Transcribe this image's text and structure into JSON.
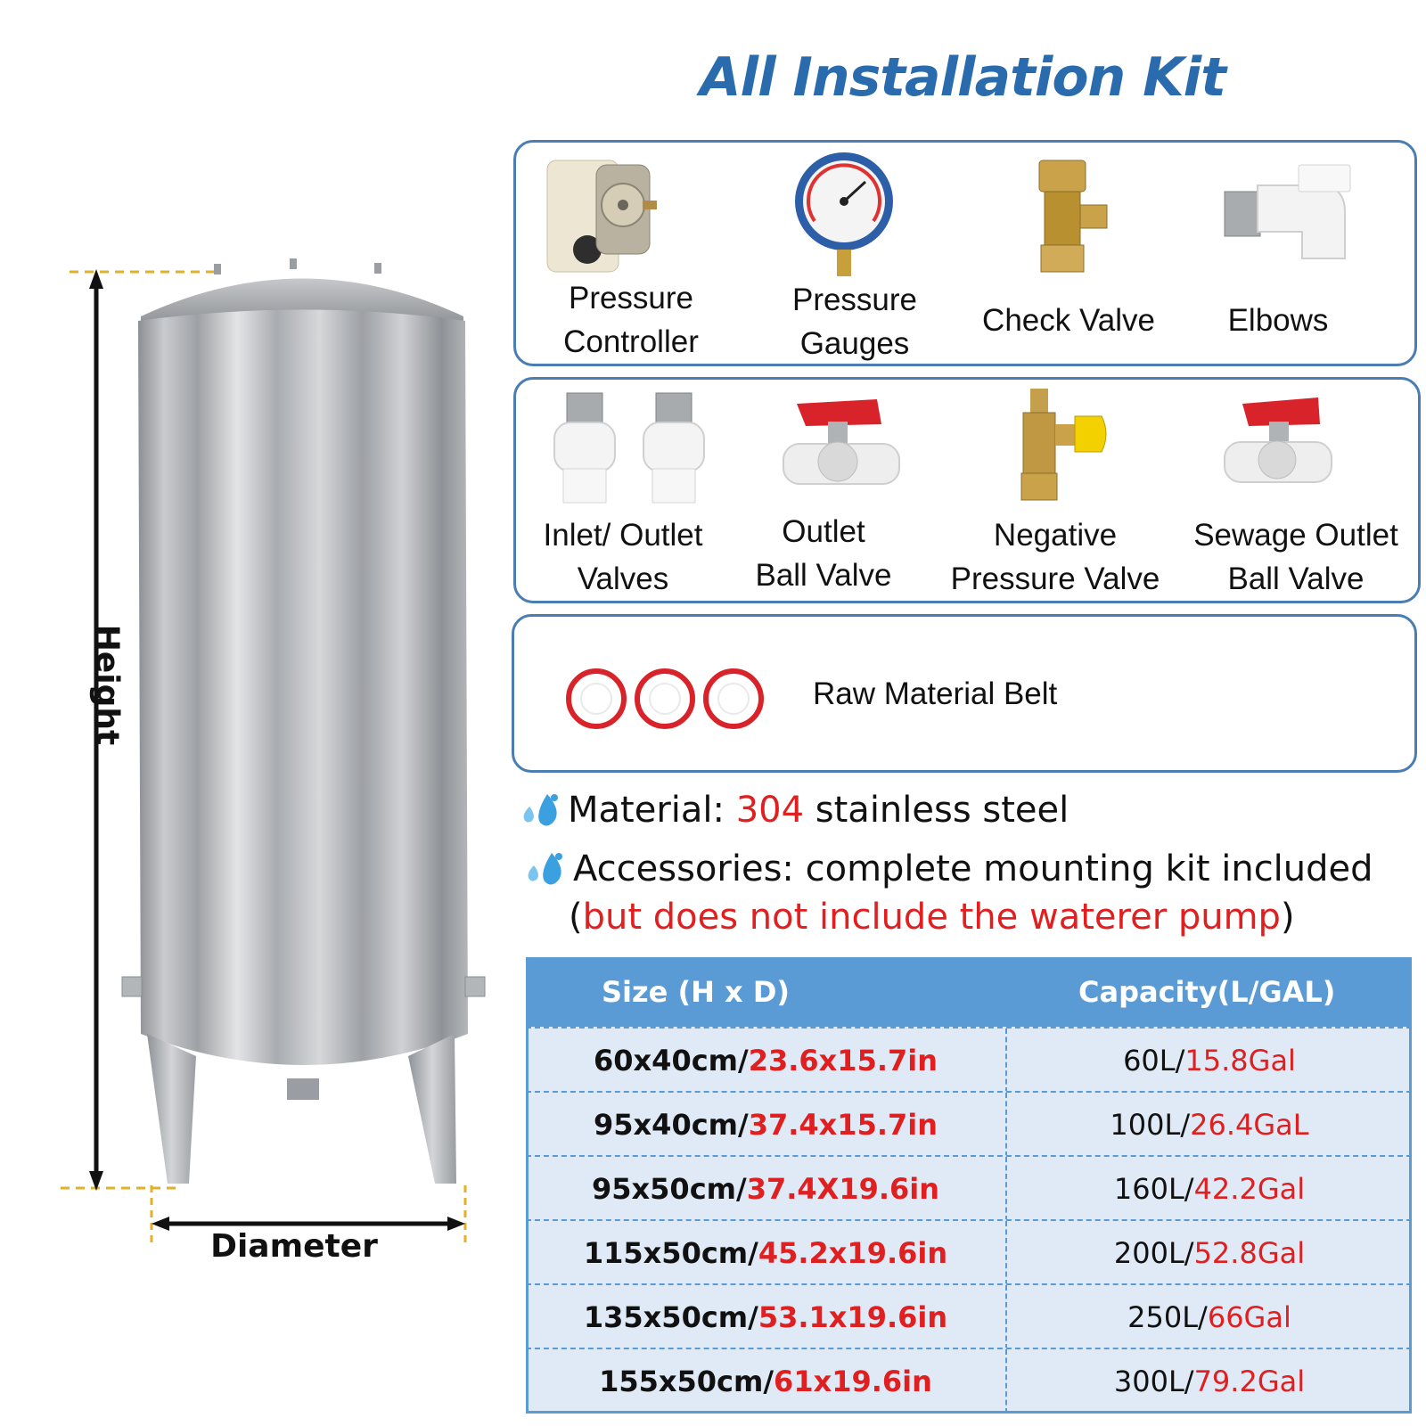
{
  "title": "All Installation Kit",
  "tank": {
    "height_label": "Height",
    "diameter_label": "Diameter"
  },
  "kit_row1": [
    {
      "label": "Pressure\nController",
      "icon": "pressure-controller-icon"
    },
    {
      "label": "Pressure\nGauges",
      "icon": "pressure-gauge-icon"
    },
    {
      "label": "Check Valve",
      "icon": "check-valve-icon"
    },
    {
      "label": "Elbows",
      "icon": "elbow-icon"
    }
  ],
  "kit_row2": [
    {
      "label": "Inlet/ Outlet\nValves",
      "icon": "inlet-outlet-valve-icon"
    },
    {
      "label": "Outlet\nBall Valve",
      "icon": "ball-valve-icon"
    },
    {
      "label": "Negative\nPressure Valve",
      "icon": "negative-pressure-valve-icon"
    },
    {
      "label": "Sewage Outlet\nBall Valve",
      "icon": "sewage-ball-valve-icon"
    }
  ],
  "kit_row3": {
    "label": "Raw Material Belt",
    "icon": "tape-rolls-icon"
  },
  "features": {
    "material_prefix": "Material: ",
    "material_value": "304",
    "material_suffix": " stainless steel",
    "accessories_line": "Accessories: complete mounting kit included",
    "note_open": "(",
    "note_text": "but does not include the waterer pump",
    "note_close": ")"
  },
  "table": {
    "headers": [
      "Size (H x D)",
      "Capacity(L/GAL)"
    ],
    "rows": [
      {
        "size_cm": "60x40cm/",
        "size_in": "23.6x15.7in",
        "cap_l": "60L/",
        "cap_gal": "15.8Gal"
      },
      {
        "size_cm": "95x40cm/",
        "size_in": "37.4x15.7in",
        "cap_l": "100L/",
        "cap_gal": "26.4GaL"
      },
      {
        "size_cm": "95x50cm/",
        "size_in": "37.4X19.6in",
        "cap_l": "160L/",
        "cap_gal": "42.2Gal"
      },
      {
        "size_cm": "115x50cm/",
        "size_in": "45.2x19.6in",
        "cap_l": "200L/",
        "cap_gal": "52.8Gal"
      },
      {
        "size_cm": "135x50cm/",
        "size_in": "53.1x19.6in",
        "cap_l": "250L/",
        "cap_gal": "66Gal"
      },
      {
        "size_cm": "155x50cm/",
        "size_in": "61x19.6in",
        "cap_l": "300L/",
        "cap_gal": "79.2Gal"
      }
    ]
  },
  "colors": {
    "title": "#2a6bad",
    "accent_red": "#e02020",
    "table_header": "#5b9bd5",
    "table_row": "#dfeaf6",
    "box_border": "#4a7db3"
  }
}
